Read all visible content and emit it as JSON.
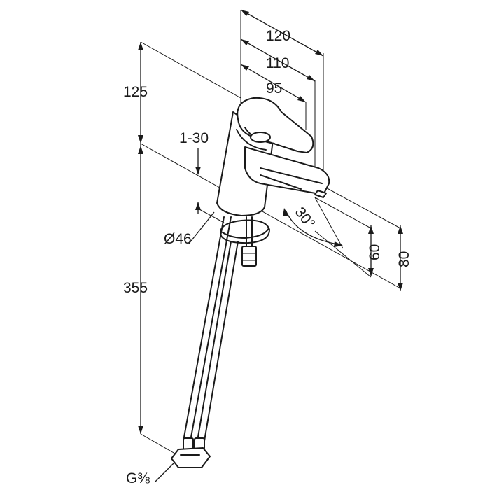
{
  "dimensions": {
    "width_120": "120",
    "width_110": "110",
    "width_95": "95",
    "height_125": "125",
    "tilt_1_30": "1-30",
    "diameter_46": "Ø46",
    "angle_30": "30°",
    "height_60": "60",
    "height_80": "80",
    "hose_355": "355",
    "thread_g38": "G⅜"
  }
}
